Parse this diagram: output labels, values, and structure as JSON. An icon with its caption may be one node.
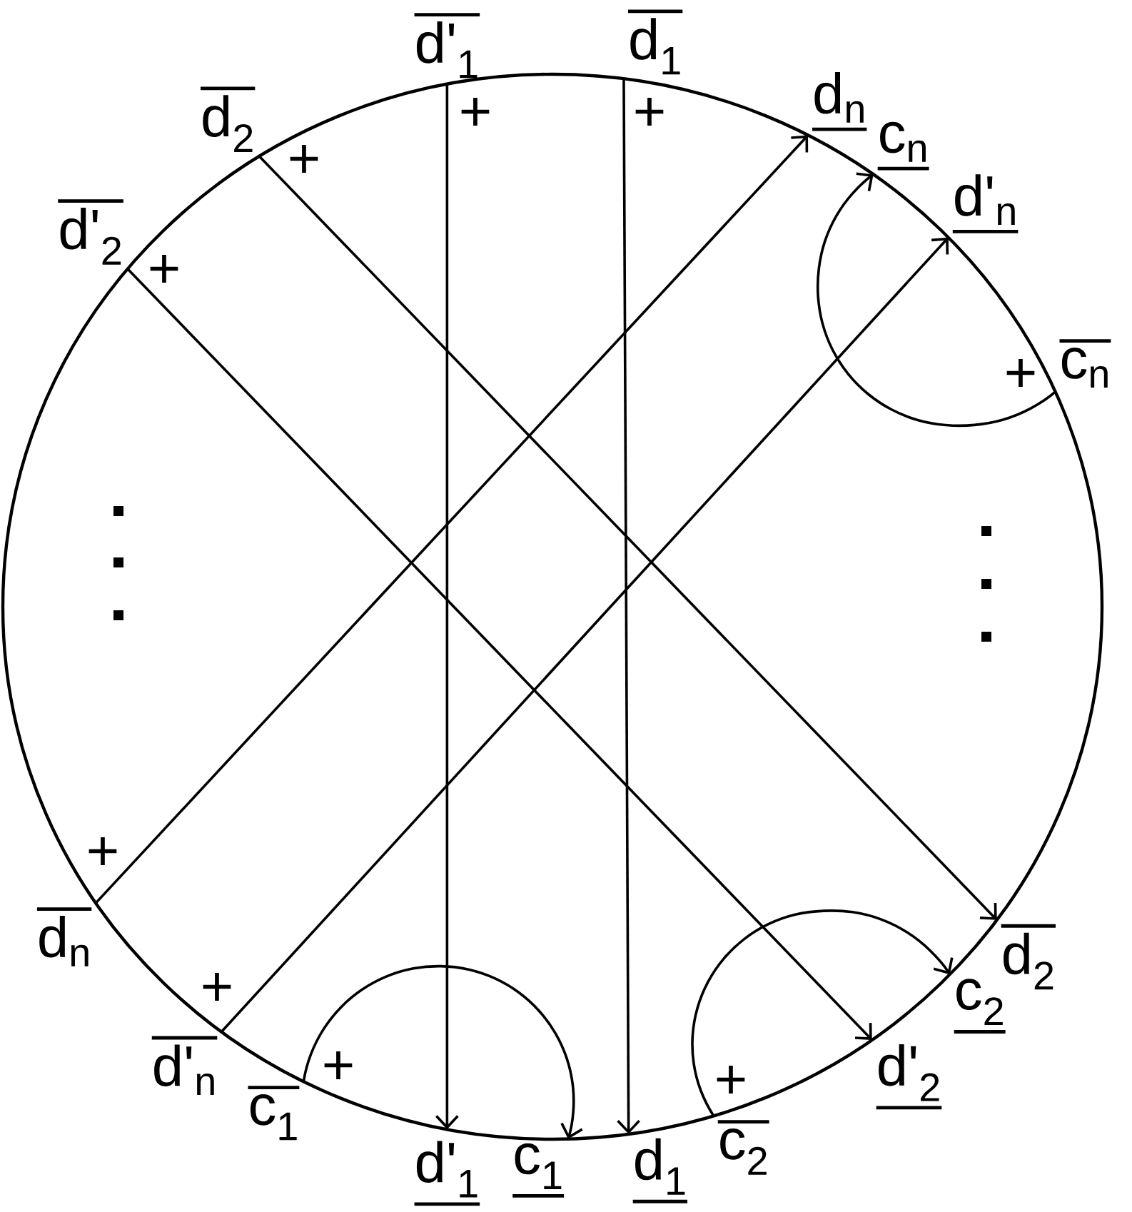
{
  "diagram": {
    "nodes": [
      {
        "text": [
          "d'$_{1}$"
        ]
      },
      {
        "text": [
          "d$_{1}$"
        ]
      },
      {
        "text": [
          "d$_{2}$"
        ]
      },
      {
        "text": [
          "d$_{n}$"
        ]
      },
      {
        "text": [
          "c$_{n}$"
        ]
      },
      {
        "text": [
          "d'$_{2}$"
        ]
      },
      {
        "text": [
          "d'$_{n}$"
        ]
      },
      {
        "text": [
          "c$_{n}$"
        ]
      },
      {
        "text": [
          "d$_{n}$"
        ]
      },
      {
        "text": [
          "d$_{2}$"
        ]
      },
      {
        "text": [
          "c$_{2}$"
        ]
      },
      {
        "text": [
          "d'$_{n}$"
        ]
      },
      {
        "text": [
          "d'$_{2}$"
        ]
      },
      {
        "text": [
          "c$_{1}$"
        ]
      },
      {
        "text": [
          "c$_{2}$"
        ]
      },
      {
        "text": [
          "d'$_{1}$"
        ]
      },
      {
        "text": [
          "c$_{1}$"
        ]
      },
      {
        "text": [
          "d$_{1}$"
        ]
      }
    ],
    "edges": [
      {
        "from": 0,
        "to": 15,
        "arrow": "to"
      },
      {
        "from": 1,
        "to": 17,
        "arrow": "to"
      },
      {
        "from": 2,
        "to": 9,
        "arrow": "to"
      },
      {
        "from": 5,
        "to": 12,
        "arrow": "to"
      },
      {
        "from": 8,
        "to": 3,
        "arrow": "to"
      },
      {
        "from": 11,
        "to": 6,
        "arrow": "to"
      },
      {
        "from": 13,
        "to": 16,
        "arrow": "to"
      },
      {
        "from": 14,
        "to": 10,
        "arrow": "to"
      },
      {
        "from": 7,
        "to": 4,
        "arrow": "to"
      }
    ],
    "labels": [
      "+",
      "+",
      "+",
      "+",
      "+",
      "+",
      "+",
      "+",
      "+"
    ]
  }
}
